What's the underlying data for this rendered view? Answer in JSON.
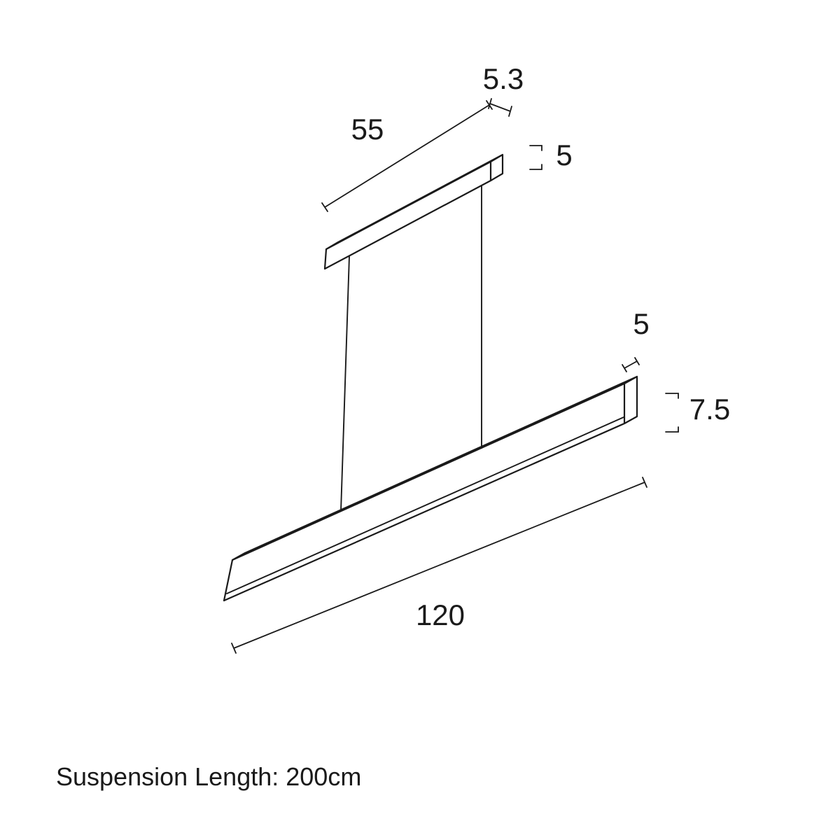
{
  "page": {
    "background_color": "#ffffff",
    "line_color": "#1a1a1a"
  },
  "diagram": {
    "dimensions": {
      "canopy_length": "55",
      "canopy_depth": "5.3",
      "canopy_height": "5",
      "fixture_depth": "5",
      "fixture_height": "7.5",
      "fixture_length": "120"
    },
    "note": "Suspension Length: 200cm"
  }
}
